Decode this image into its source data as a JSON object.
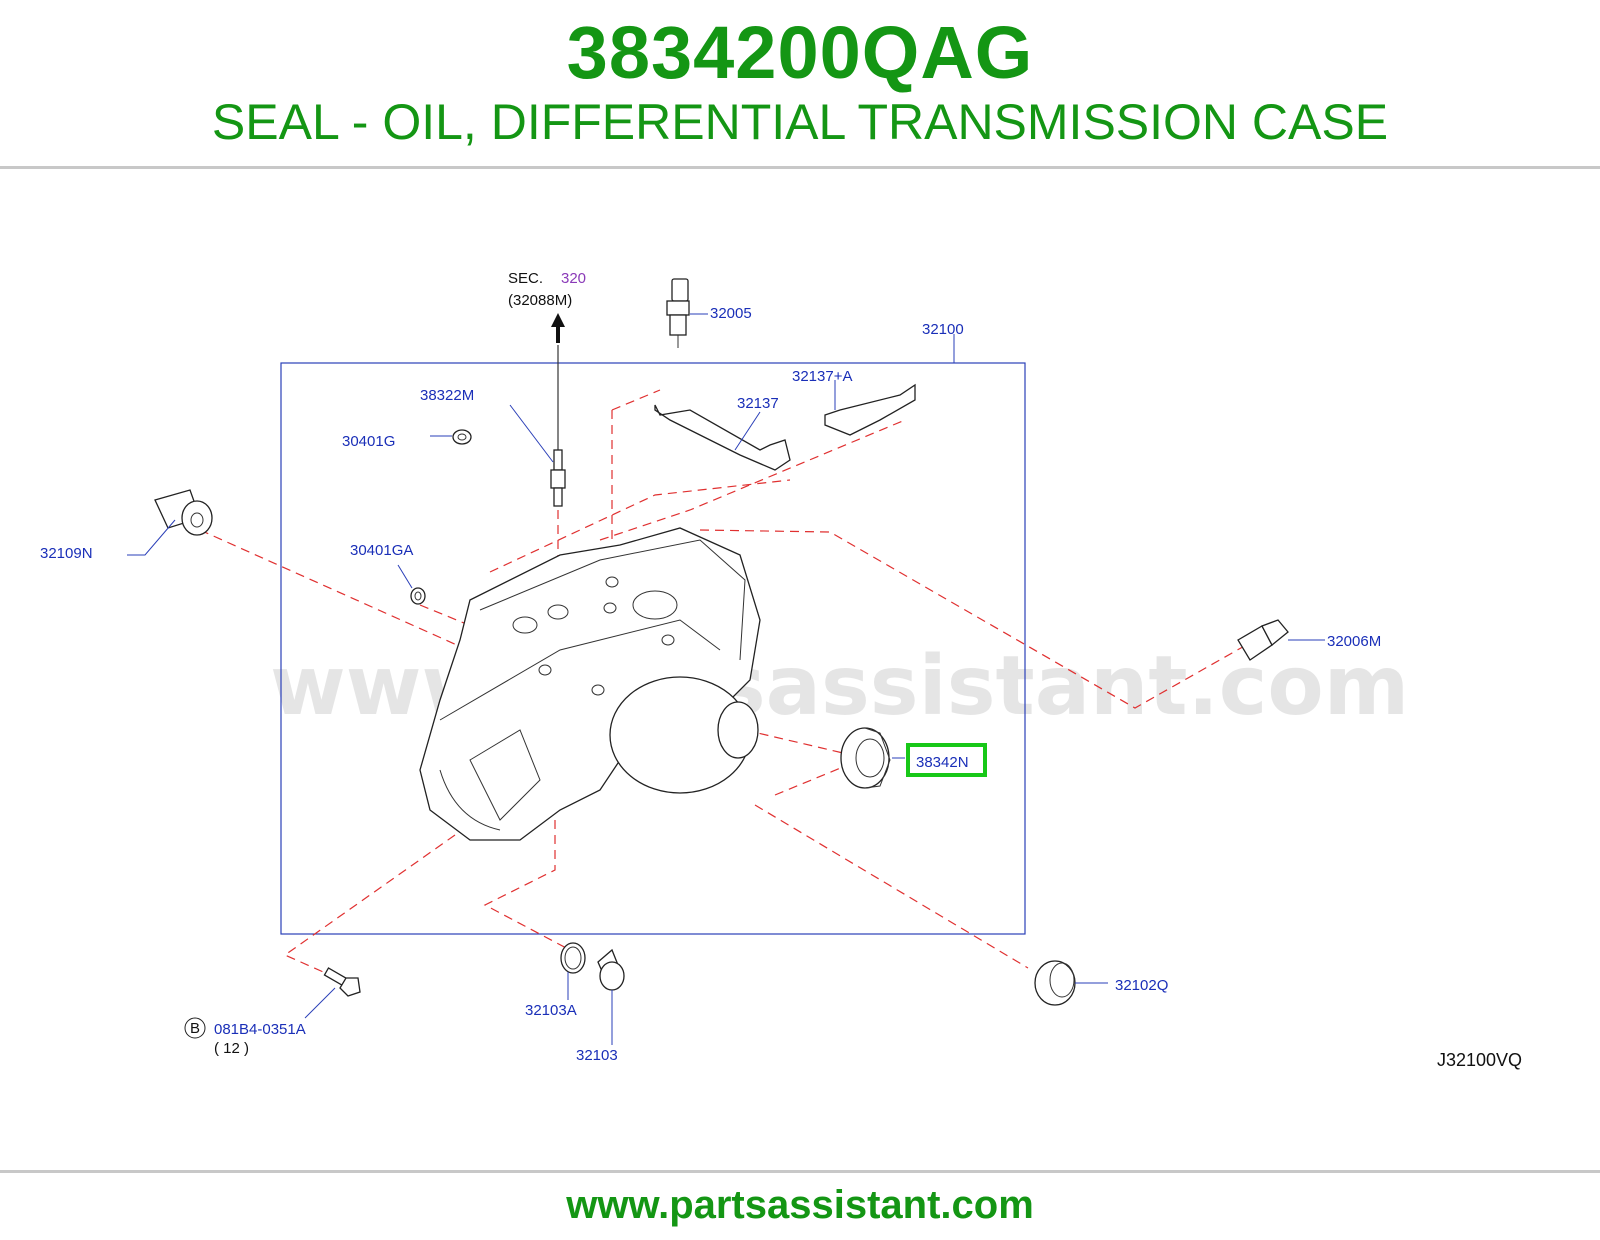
{
  "header": {
    "part_number": "3834200QAG",
    "description": "SEAL - OIL, DIFFERENTIAL TRANSMISSION CASE"
  },
  "diagram": {
    "section_ref_prefix": "SEC.",
    "section_ref_number": "320",
    "section_ref_sub": "(32088M)",
    "labels": {
      "p32005": "32005",
      "p32100": "32100",
      "p32137A": "32137+A",
      "p32137": "32137",
      "p38322M": "38322M",
      "p30401G": "30401G",
      "p32109N": "32109N",
      "p30401GA": "30401GA",
      "p32006M": "32006M",
      "p38342N": "38342N",
      "p32102Q": "32102Q",
      "p32103A": "32103A",
      "p32103": "32103",
      "p081B4": "081B4-0351A",
      "p081B4_qty": "( 12 )",
      "circle_b": "B"
    },
    "diagram_code": "J32100VQ",
    "watermark": "www.partsassistant.com",
    "highlight_color": "#18c818"
  },
  "footer": {
    "url": "www.partsassistant.com"
  }
}
